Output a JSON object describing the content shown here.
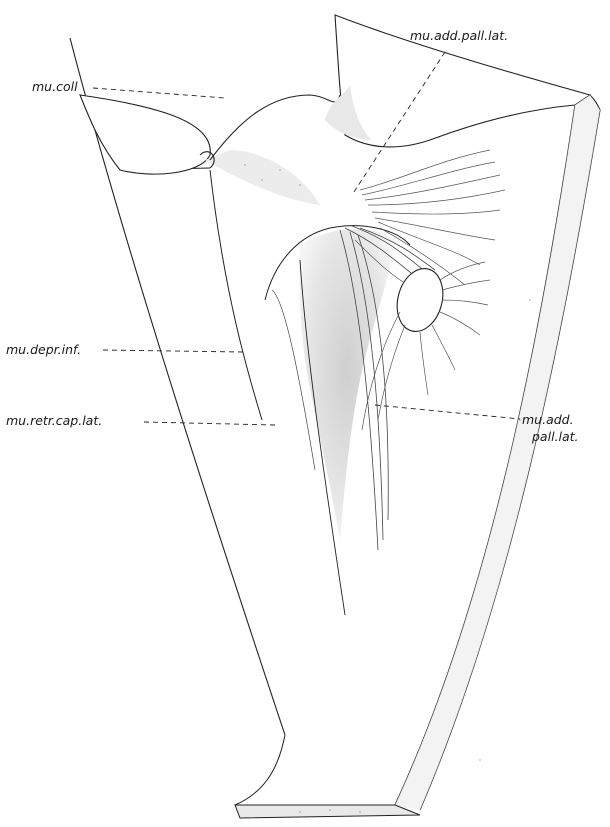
{
  "labels": {
    "mu_coll": "mu.coll",
    "mu_add_pall_lat_top": "mu.add.pall.lat.",
    "mu_depr_inf": "mu.depr.inf.",
    "mu_retr_cap_lat": "mu.retr.cap.lat.",
    "mu_add_pall_lat_right_line1": "mu.add.",
    "mu_add_pall_lat_right_line2": "pall.lat."
  }
}
